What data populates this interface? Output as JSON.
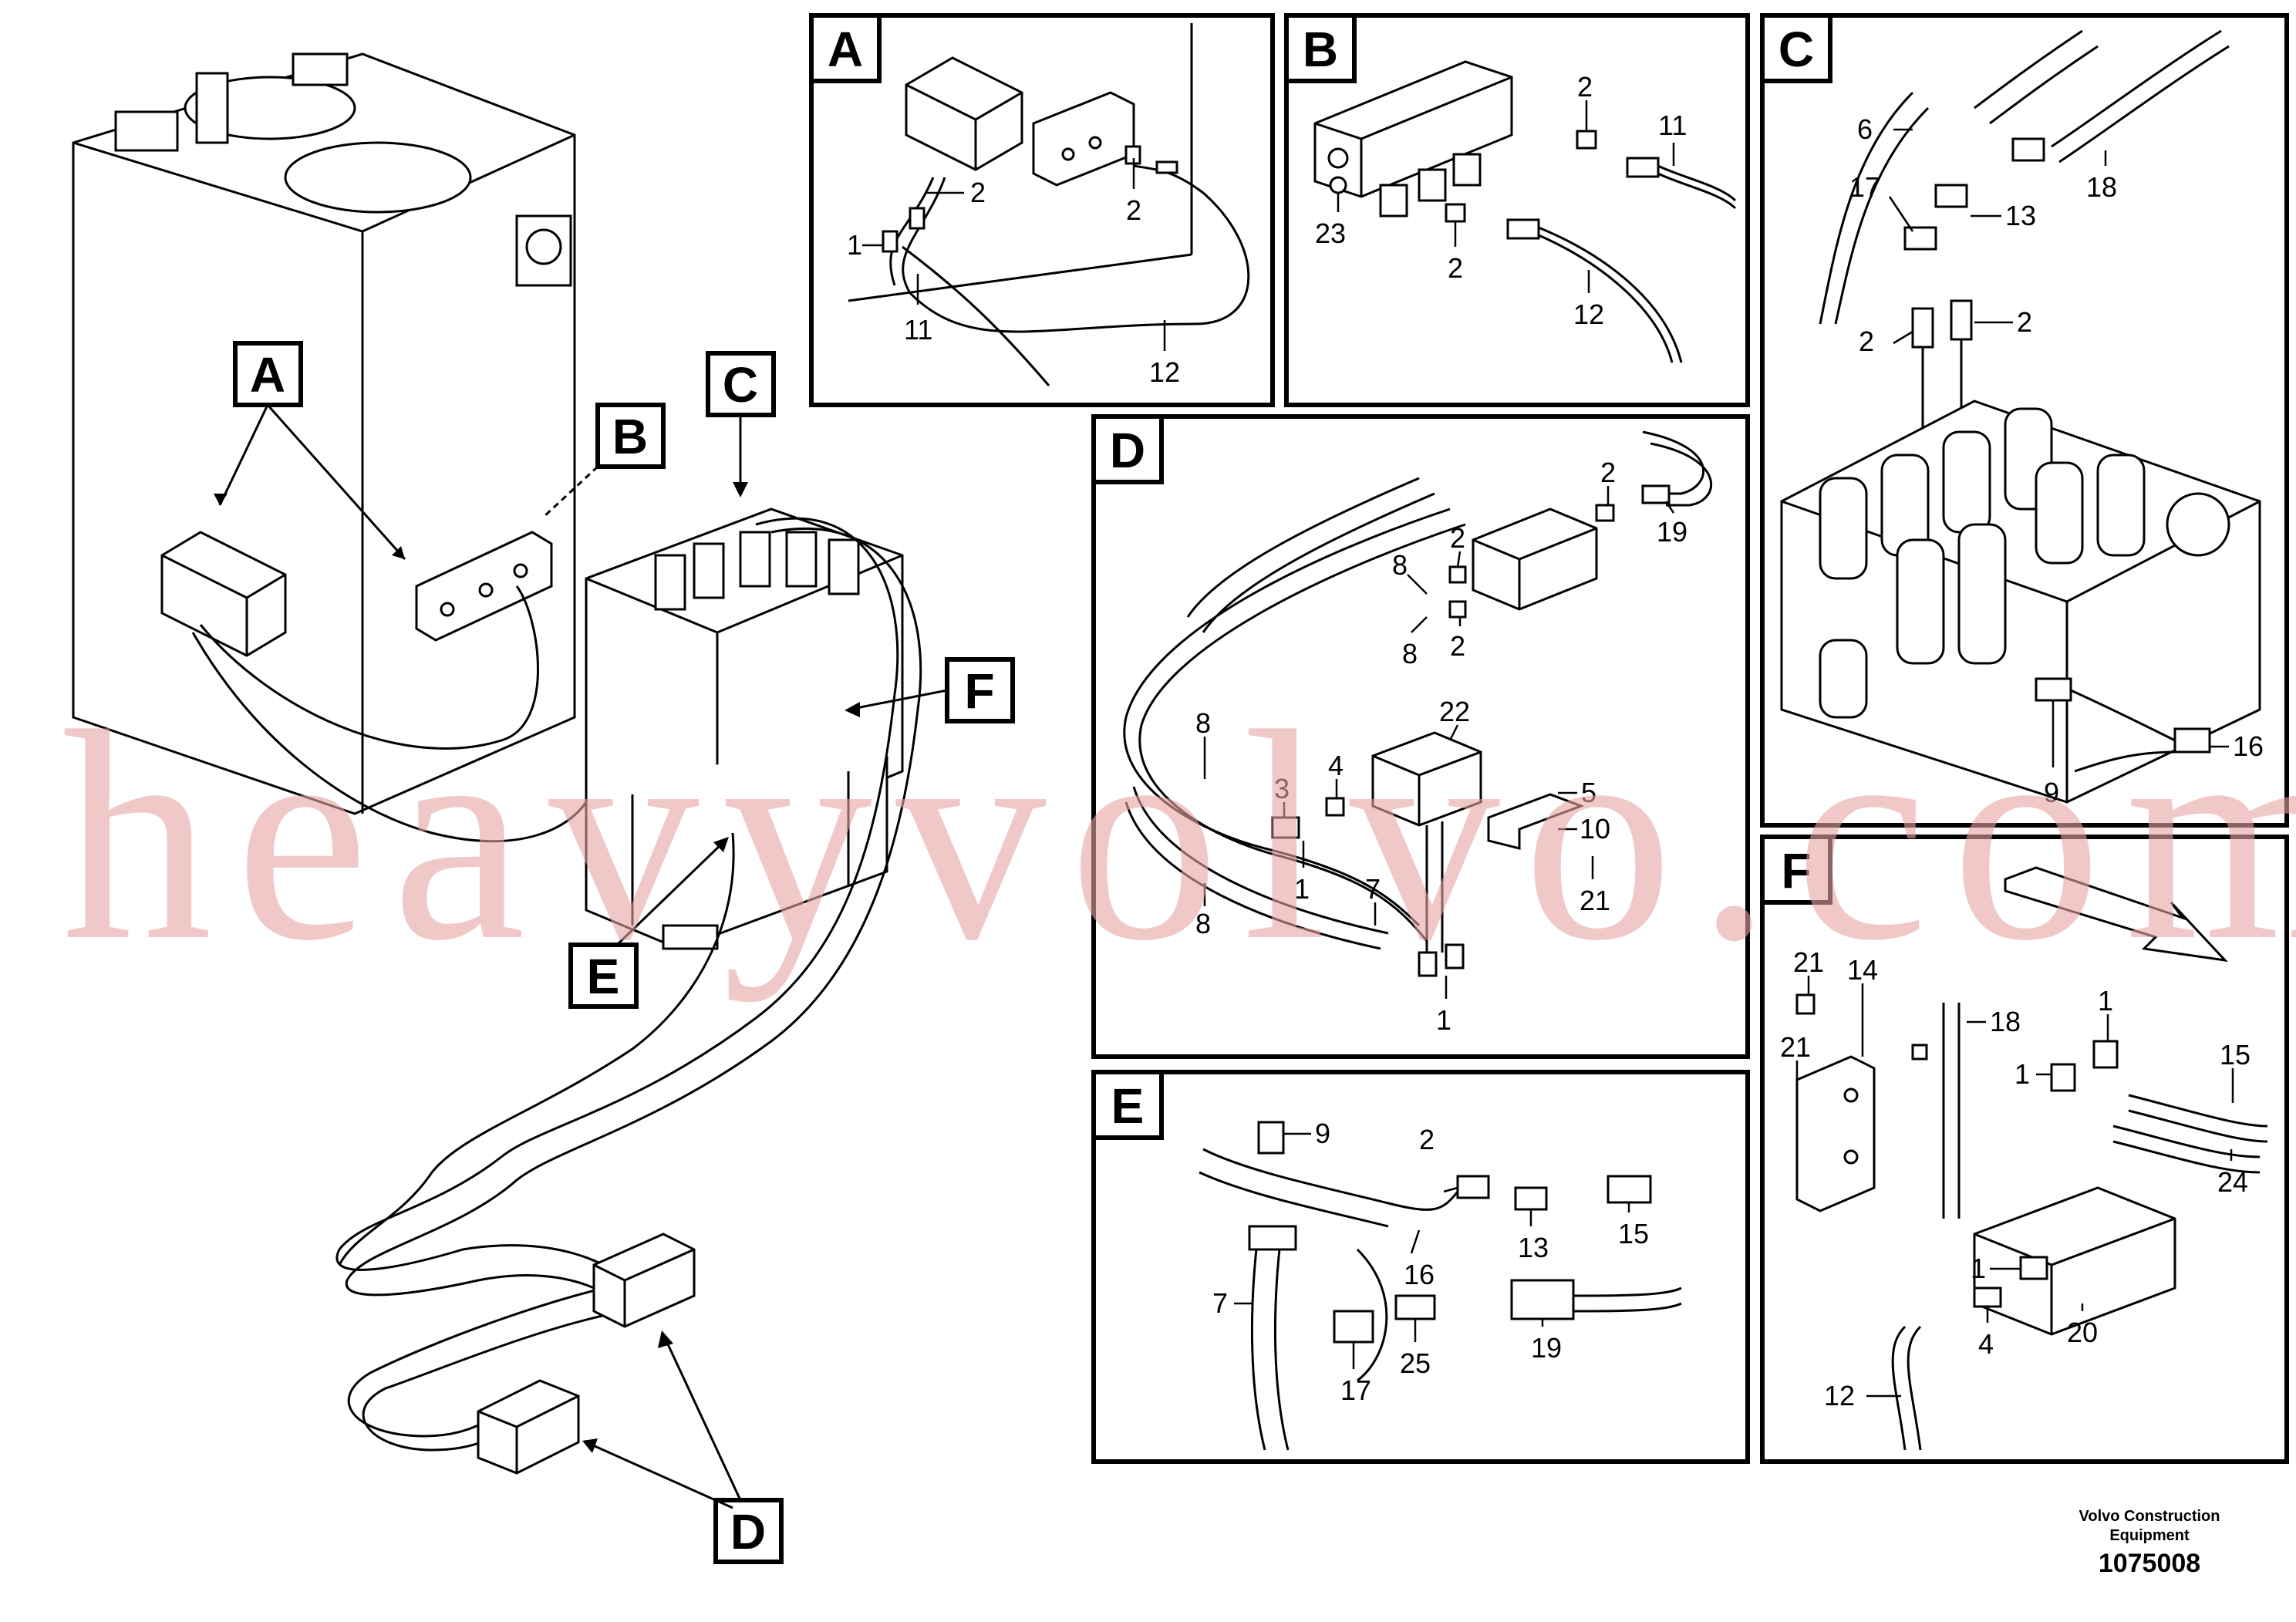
{
  "overview": {
    "callouts": [
      "A",
      "B",
      "C",
      "D",
      "E",
      "F"
    ]
  },
  "panels": {
    "A": {
      "title": "A",
      "labels": [
        "1",
        "2",
        "2",
        "11",
        "12"
      ]
    },
    "B": {
      "title": "B",
      "labels": [
        "2",
        "11",
        "23",
        "2",
        "12"
      ]
    },
    "C": {
      "title": "C",
      "labels": [
        "6",
        "17",
        "13",
        "18",
        "2",
        "2",
        "9",
        "16"
      ]
    },
    "D": {
      "title": "D",
      "labels": [
        "2",
        "19",
        "8",
        "2",
        "2",
        "8",
        "8",
        "22",
        "3",
        "4",
        "5",
        "10",
        "1",
        "21",
        "7",
        "8",
        "1"
      ]
    },
    "E": {
      "title": "E",
      "labels": [
        "9",
        "2",
        "16",
        "13",
        "15",
        "7",
        "17",
        "25",
        "19"
      ]
    },
    "F": {
      "title": "F",
      "labels": [
        "21",
        "14",
        "1",
        "21",
        "18",
        "1",
        "15",
        "24",
        "1",
        "4",
        "20",
        "12"
      ]
    }
  },
  "watermark": "heavyvolvo.com",
  "footer": {
    "brand_line1": "Volvo Construction",
    "brand_line2": "Equipment",
    "doc_number": "1075008"
  }
}
